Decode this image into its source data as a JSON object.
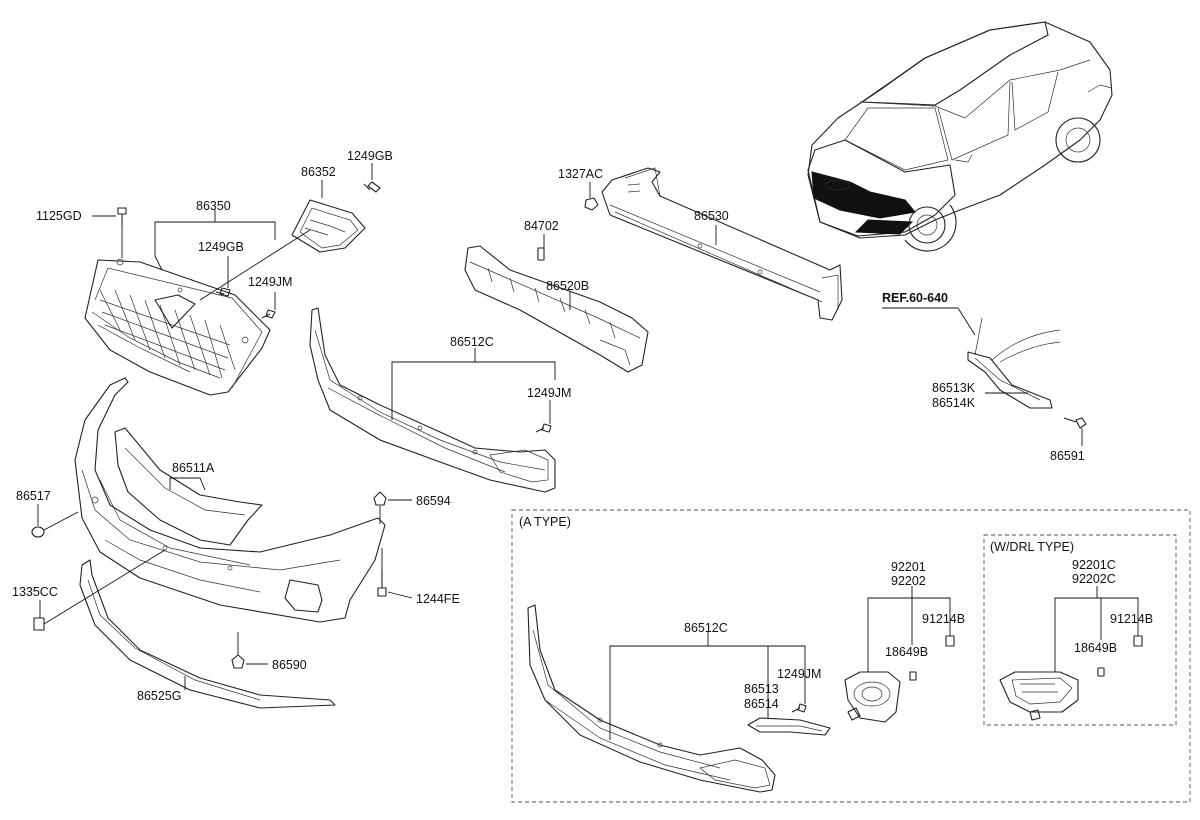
{
  "labels": {
    "p86352": "86352",
    "p1249GB_top": "1249GB",
    "p1125GD": "1125GD",
    "p86350": "86350",
    "p1249GB_mid": "1249GB",
    "p1249JM_grille": "1249JM",
    "p1327AC": "1327AC",
    "p84702": "84702",
    "p86530": "86530",
    "p86520B": "86520B",
    "p86512C_main": "86512C",
    "p1249JM_main": "1249JM",
    "p86511A": "86511A",
    "p86517": "86517",
    "p86594": "86594",
    "p1335CC": "1335CC",
    "p1244FE": "1244FE",
    "p86590": "86590",
    "p86525G": "86525G",
    "ref": "REF.60-640",
    "p86513K": "86513K",
    "p86514K": "86514K",
    "p86591": "86591"
  },
  "a_type": {
    "title": "(A TYPE)",
    "p86512C": "86512C",
    "p1249JM": "1249JM",
    "p86513": "86513",
    "p86514": "86514",
    "p92201": "92201",
    "p92202": "92202",
    "p91214B": "91214B",
    "p18649B": "18649B"
  },
  "drl_type": {
    "title": "(W/DRL TYPE)",
    "p92201C": "92201C",
    "p92202C": "92202C",
    "p91214B": "91214B",
    "p18649B": "18649B"
  }
}
